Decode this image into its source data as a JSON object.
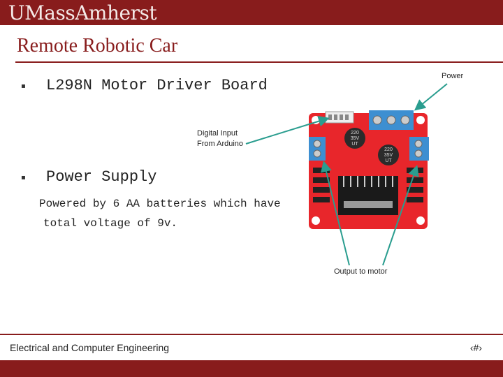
{
  "header": {
    "logo_text": "UMassAmherst"
  },
  "slide": {
    "title": "Remote Robotic Car",
    "bullets": [
      {
        "text": "L298N Motor Driver Board"
      },
      {
        "text": "Power Supply",
        "sub_lines": [
          "Powered by 6 AA batteries which have",
          "total voltage of 9v."
        ]
      }
    ]
  },
  "figure": {
    "callouts": {
      "power": "Power",
      "digital_input_line1": "Digital Input",
      "digital_input_line2": "From Arduino",
      "output": "Output to motor"
    },
    "capacitor_labels": {
      "line1": "220",
      "line2": "35V",
      "line3": "UT"
    }
  },
  "footer": {
    "text": "Electrical and Computer Engineering",
    "page_number": "‹#›"
  },
  "colors": {
    "brand_maroon": "#881c1c",
    "arrow_teal": "#2a9d8f",
    "board_red": "#e8262b",
    "terminal_blue": "#3d8fd1"
  }
}
